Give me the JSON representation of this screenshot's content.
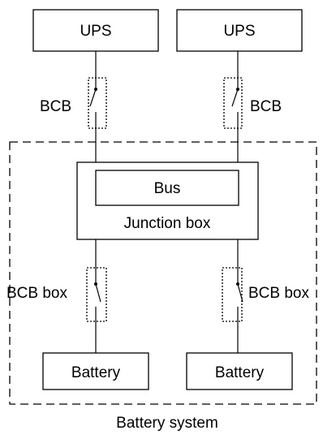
{
  "diagram": {
    "ups_left": "UPS",
    "ups_right": "UPS",
    "bcb_left": "BCB",
    "bcb_right": "BCB",
    "bus": "Bus",
    "junction_box": "Junction box",
    "bcb_box_left": "BCB box",
    "bcb_box_right": "BCB box",
    "battery_left": "Battery",
    "battery_right": "Battery",
    "battery_system": "Battery system"
  }
}
